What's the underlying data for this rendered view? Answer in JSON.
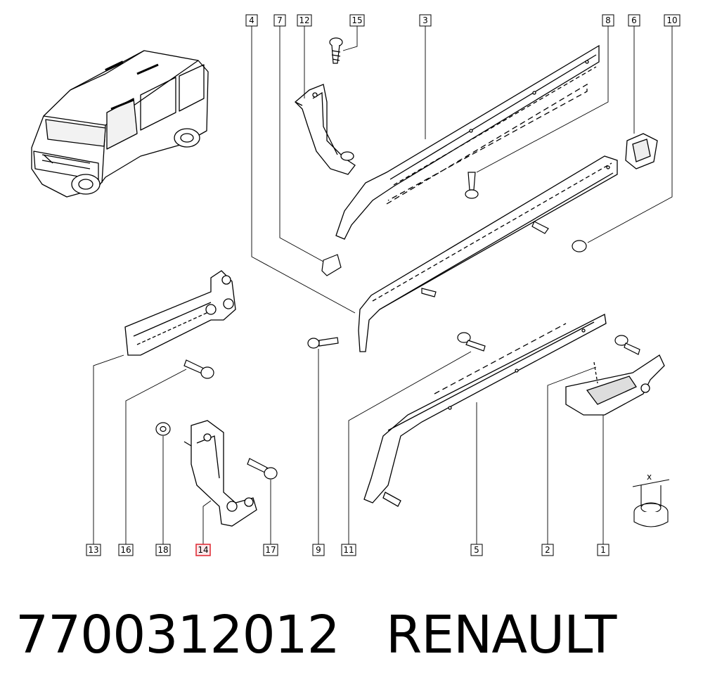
{
  "diagram": {
    "callouts_top": [
      "4",
      "7",
      "12",
      "15",
      "3",
      "8",
      "6",
      "10"
    ],
    "callouts_bottom": [
      "13",
      "16",
      "18",
      "14",
      "17",
      "9",
      "11",
      "5",
      "2",
      "1"
    ],
    "highlighted_callout": "14",
    "dimension_label": "x",
    "highlight_color": "#e0303a"
  },
  "footer": {
    "part_number": "7700312012",
    "brand": "RENAULT"
  }
}
